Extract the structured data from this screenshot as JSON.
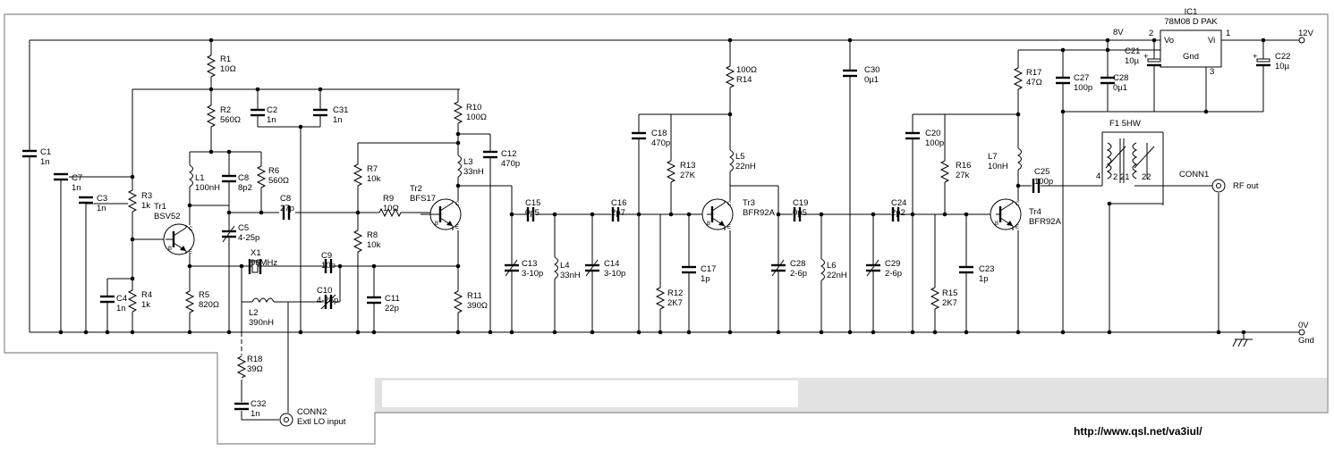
{
  "labels": {
    "c1": [
      "C1",
      "1n"
    ],
    "c7": [
      "C7",
      "1n"
    ],
    "c3": [
      "C3",
      "1n"
    ],
    "c4": [
      "C4",
      "1n"
    ],
    "r3": [
      "R3",
      "1k"
    ],
    "r4": [
      "R4",
      "1k"
    ],
    "tr1": [
      "Tr1",
      "BSV52"
    ],
    "r1": [
      "R1",
      "10Ω"
    ],
    "r2": [
      "R2",
      "560Ω"
    ],
    "l1": [
      "L1",
      "100nH"
    ],
    "c8a": [
      "C8",
      "8p2"
    ],
    "r6": [
      "R6",
      "560Ω"
    ],
    "c8b": [
      "C8",
      "27p"
    ],
    "c5": [
      "C5",
      "4-25p"
    ],
    "r5": [
      "R5",
      "820Ω"
    ],
    "c2": [
      "C2",
      "1n"
    ],
    "c31": [
      "C31",
      "1n"
    ],
    "x1": [
      "X1",
      "96MHz"
    ],
    "l2": [
      "L2",
      "390nH"
    ],
    "c9": [
      "C9",
      "10p"
    ],
    "c10": [
      "C10",
      "4-25p"
    ],
    "r7": [
      "R7",
      "10k"
    ],
    "r8": [
      "R8",
      "10k"
    ],
    "r9": [
      "R9",
      "10Ω"
    ],
    "c11": [
      "C11",
      "22p"
    ],
    "tr2": [
      "Tr2",
      "BFS17"
    ],
    "r10": [
      "R10",
      "100Ω"
    ],
    "l3": [
      "L3",
      "33nH"
    ],
    "r11": [
      "R11",
      "390Ω"
    ],
    "c12": [
      "C12",
      "470p"
    ],
    "c15": [
      "C15",
      "0p5"
    ],
    "c13": [
      "C13",
      "3-10p"
    ],
    "l4": [
      "L4",
      "33nH"
    ],
    "c16": [
      "C16",
      "2p7"
    ],
    "c14": [
      "C14",
      "3-10p"
    ],
    "c18": [
      "C18",
      "470p"
    ],
    "r13": [
      "R13",
      "27K"
    ],
    "r12": [
      "R12",
      "2K7"
    ],
    "c17": [
      "C17",
      "1p"
    ],
    "r14": [
      "100Ω",
      "R14"
    ],
    "l5": [
      "L5",
      "22nH"
    ],
    "tr3": [
      "Tr3",
      "BFR92A"
    ],
    "c19": [
      "C19",
      "0p5"
    ],
    "c28": [
      "C28",
      "2-6p"
    ],
    "l6": [
      "L6",
      "22nH"
    ],
    "c30": [
      "C30",
      "0µ1"
    ],
    "c24": [
      "C24",
      "2p2"
    ],
    "c29": [
      "C29",
      "2-6p"
    ],
    "c20": [
      "C20",
      "100p"
    ],
    "r16": [
      "R16",
      "27k"
    ],
    "r15": [
      "R15",
      "2K7"
    ],
    "c23": [
      "C23",
      "1p"
    ],
    "r17": [
      "R17",
      "47Ω"
    ],
    "l7": [
      "L7",
      "10nH"
    ],
    "tr4": [
      "Tr4",
      "BFR92A"
    ],
    "c25": [
      "C25",
      "100p"
    ],
    "c27": [
      "C27",
      "100p"
    ],
    "c28b": [
      "C28",
      "0µ1"
    ],
    "c21": [
      "C21",
      "10µ"
    ],
    "c22": [
      "C22",
      "10µ"
    ],
    "r18": [
      "R18",
      "39Ω"
    ],
    "c32": [
      "C32",
      "1n"
    ],
    "conn2": [
      "CONN2",
      "Extl LO input"
    ]
  },
  "text": {
    "ic1_ref": "IC1",
    "ic1_type": "78M08 D PAK",
    "ic1_vo": "Vo",
    "ic1_vi": "Vi",
    "ic1_gnd": "Gnd",
    "pin1": "1",
    "pin2": "2",
    "pin3": "3",
    "v8": "8V",
    "v12": "12V",
    "v0": "0V",
    "gnd": "Gnd",
    "f1": "F1 5HW",
    "f1_pin4": "4",
    "f1_pins": "2 21",
    "f1_pin22": "22",
    "conn1": "CONN1",
    "rf_out": "RF out",
    "url": "http://www.qsl.net/va3iul/",
    "pin_b": "B",
    "pin_c": "C",
    "pin_e": "E"
  }
}
